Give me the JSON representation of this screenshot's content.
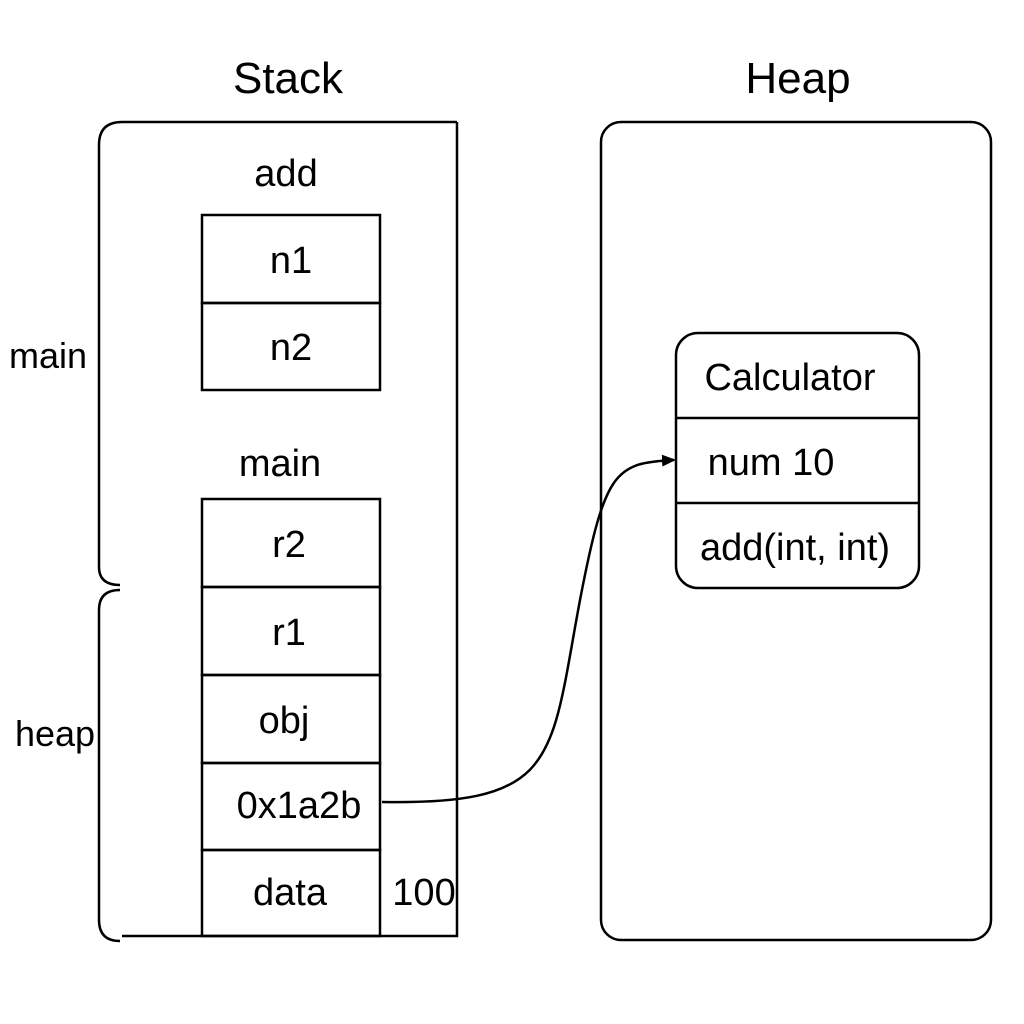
{
  "titles": {
    "stack": "Stack",
    "heap": "Heap"
  },
  "side_labels": {
    "main": "main",
    "heap": "heap"
  },
  "stack": {
    "frames": [
      {
        "label": "add",
        "cells": [
          "n1",
          "n2"
        ]
      },
      {
        "label": "main",
        "cells": [
          "r2",
          "r1",
          "obj",
          "0x1a2b",
          "data"
        ]
      }
    ],
    "data_value": "100"
  },
  "heap_object": {
    "rows": [
      "Calculator",
      "num 10",
      "add(int, int)"
    ]
  },
  "colors": {
    "stroke": "#000000",
    "background": "#ffffff"
  }
}
